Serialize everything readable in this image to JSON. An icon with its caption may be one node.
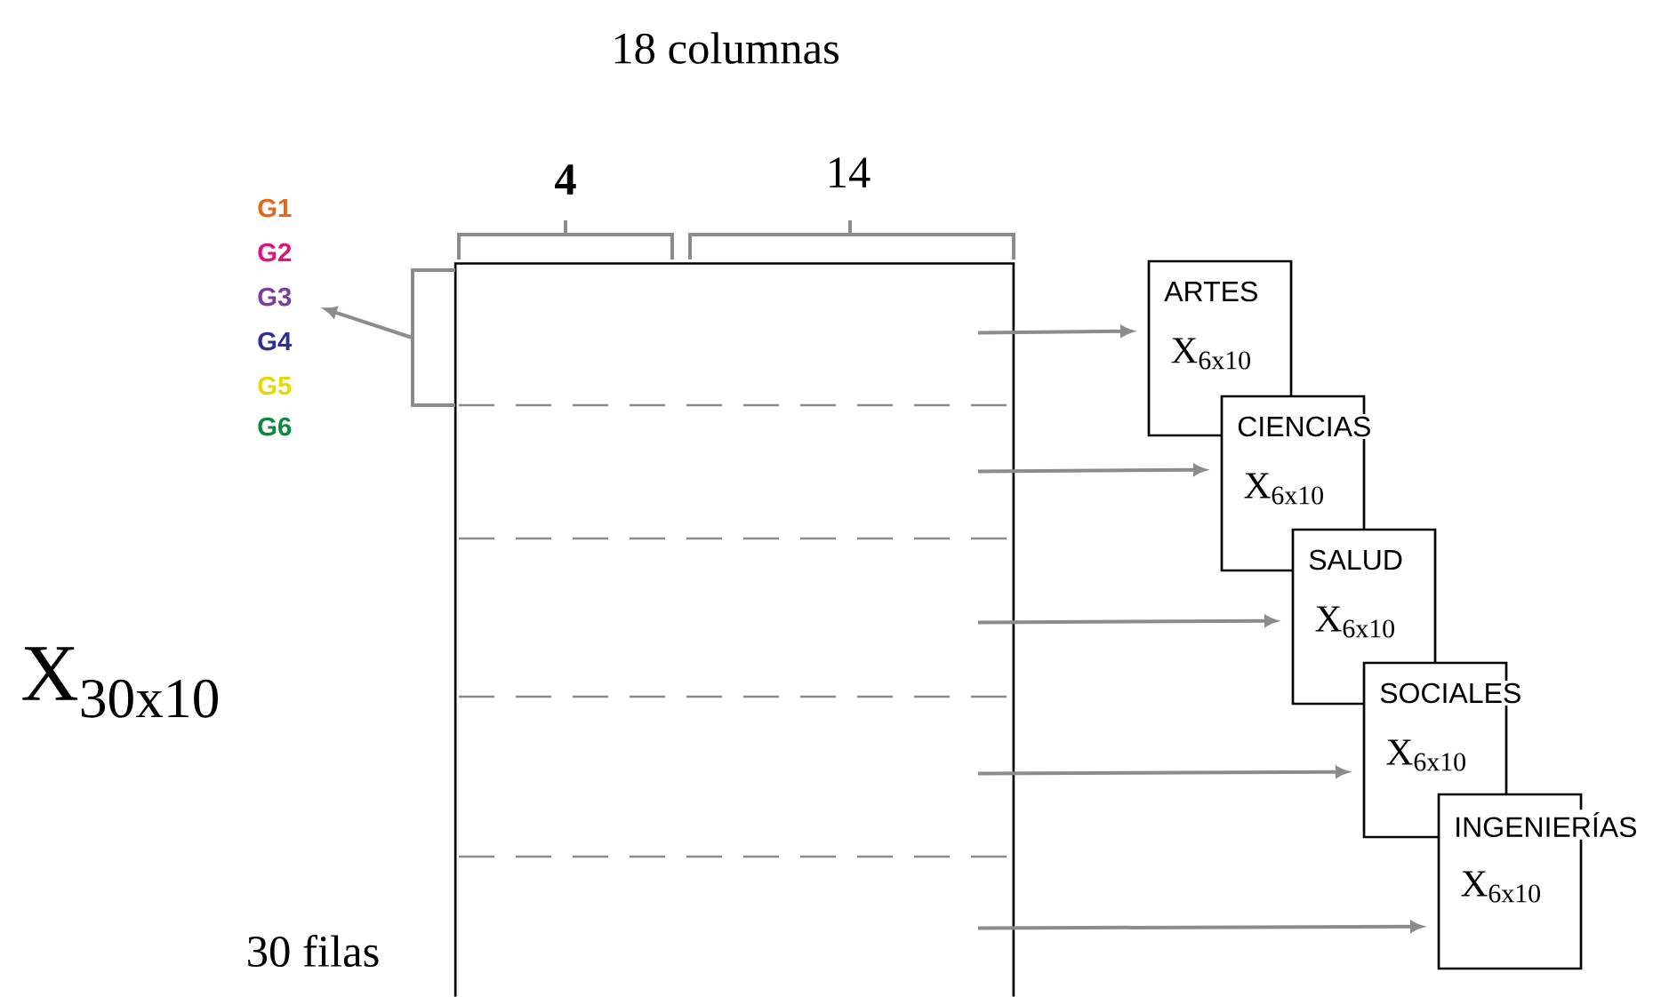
{
  "diagram": {
    "nodes": [
      {
        "text": [],
        "shape": "box"
      },
      {
        "text": [
          "G1",
          "G2",
          "G3",
          "G4",
          "G5",
          "G6"
        ]
      },
      {
        "text": [
          "ARTES",
          "X$_{6x10}$"
        ]
      },
      {
        "text": [
          "CIENCIAS",
          "X$_{6x10}$"
        ]
      },
      {
        "text": [
          "SALUD",
          "X$_{6x10}$"
        ]
      },
      {
        "text": [
          "SOCIALES",
          "X$_{6x10}$"
        ]
      },
      {
        "text": [
          "INGENIERÍAS",
          "X$_{6x10}$"
        ]
      },
      {
        "text": [],
        "shape": "bracket"
      }
    ],
    "edges": [
      {
        "from": 7,
        "to": 1,
        "arrow": "to"
      },
      {
        "from": 0,
        "to": 2,
        "arrow": "to"
      },
      {
        "from": 0,
        "to": 3,
        "arrow": "to"
      },
      {
        "from": 0,
        "to": 4,
        "arrow": "to"
      },
      {
        "from": 0,
        "to": 5,
        "arrow": "to"
      },
      {
        "from": 0,
        "to": 6,
        "arrow": "to"
      }
    ],
    "labels": [
      "18 columnas",
      "4",
      "14",
      "X$_{30x10}$",
      "30 filas"
    ]
  }
}
